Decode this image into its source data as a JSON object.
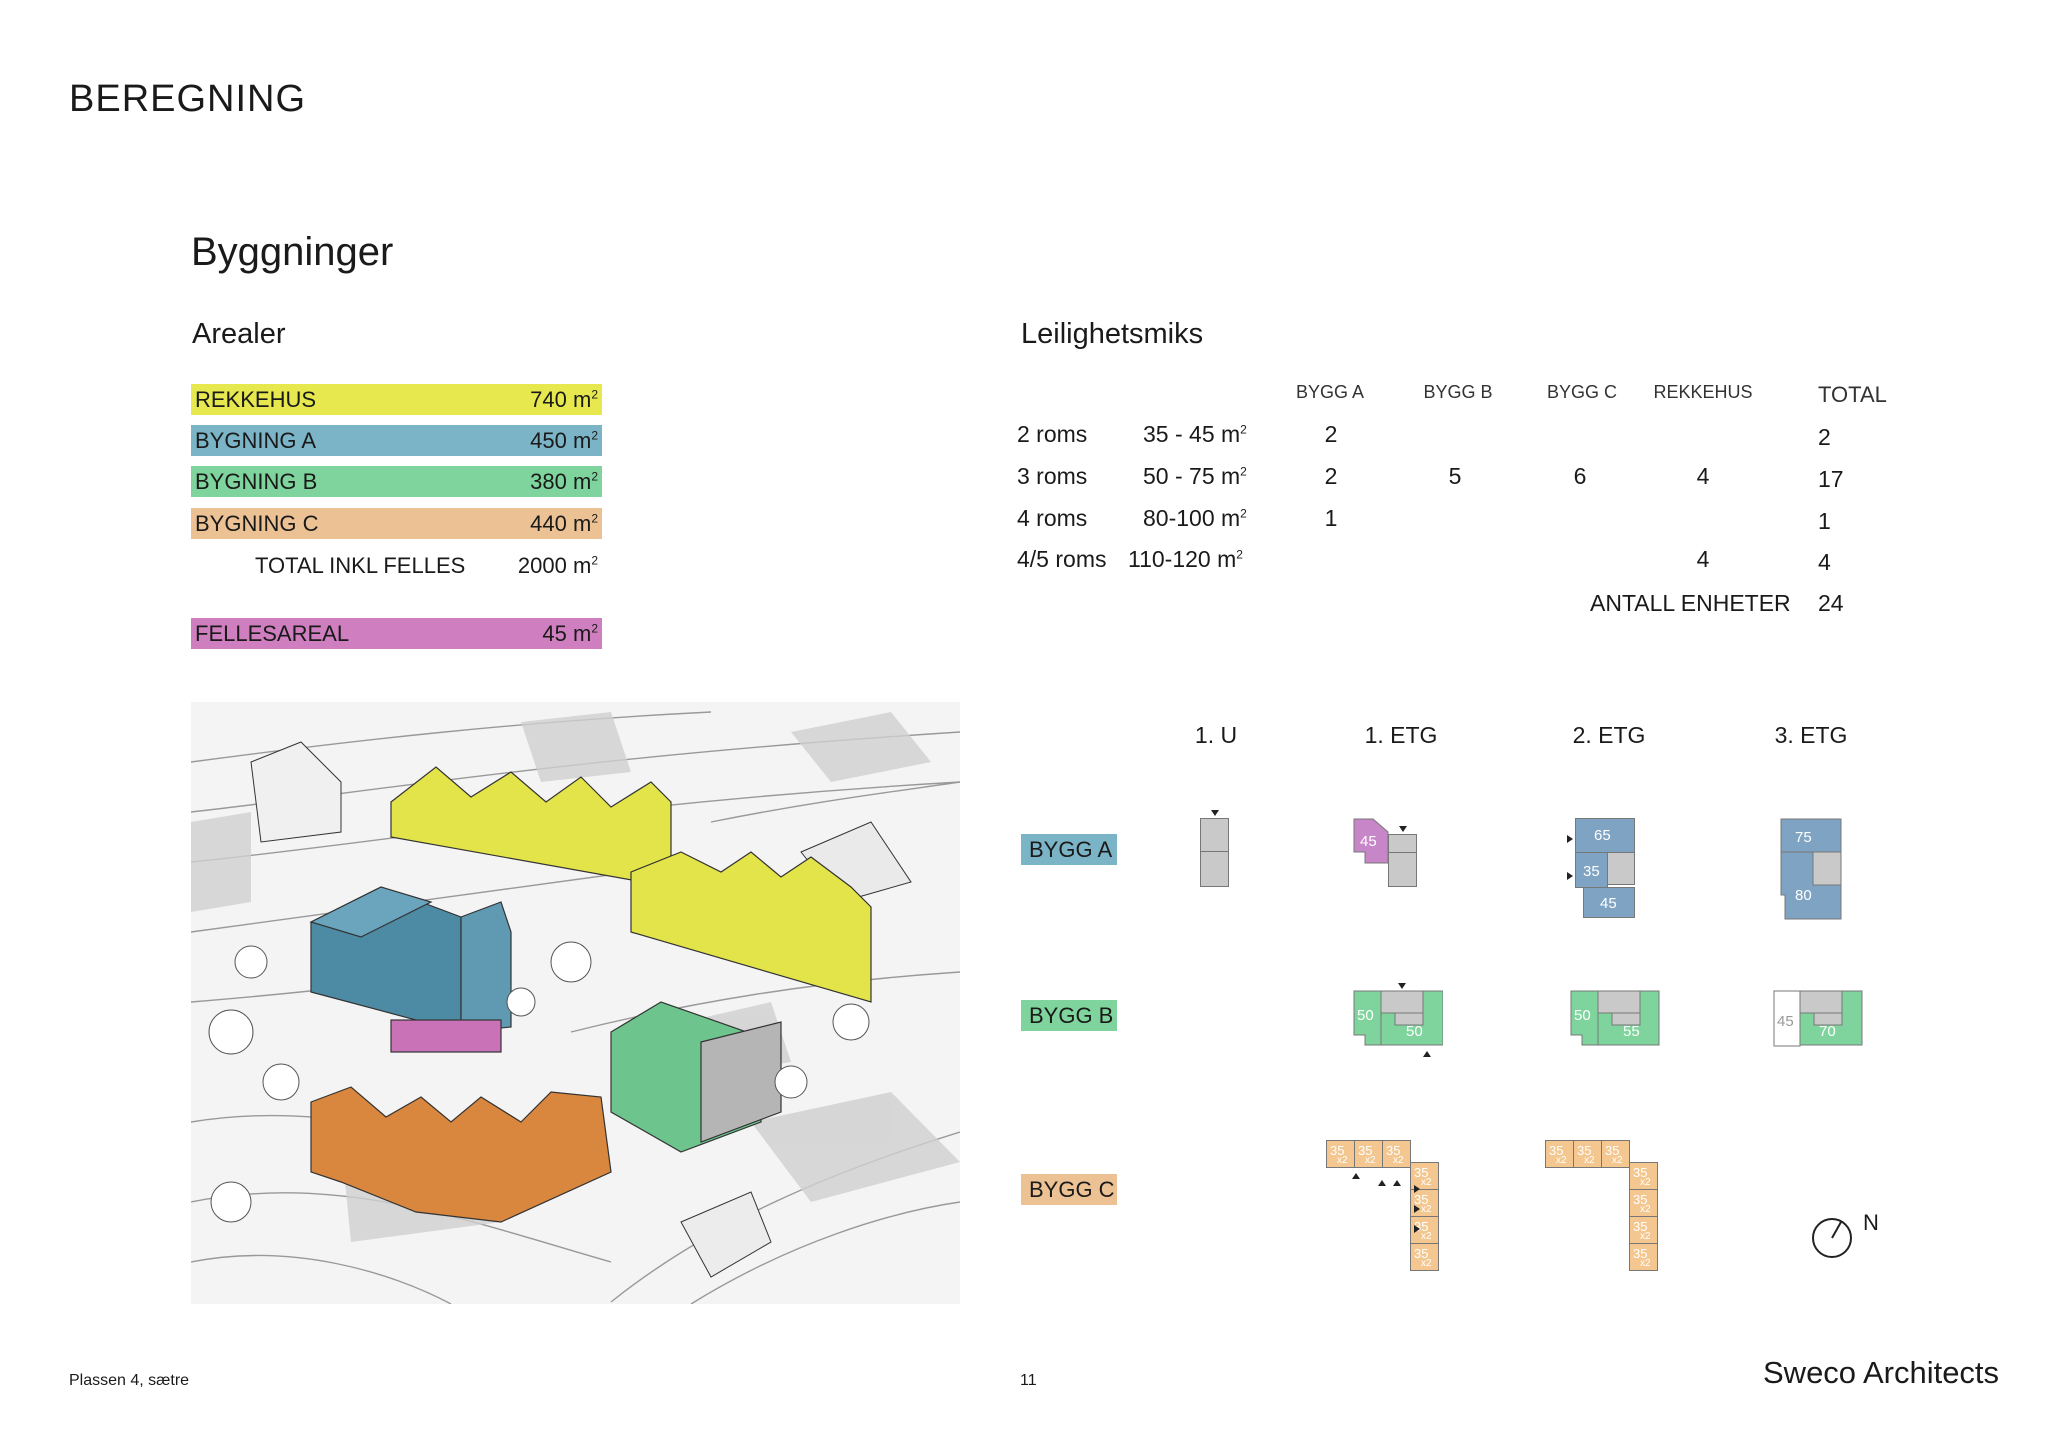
{
  "header": "BEREGNING",
  "section_title": "Byggninger",
  "areas": {
    "title": "Arealer",
    "rows": [
      {
        "label": "REKKEHUS",
        "value": "740 m",
        "color": "#e6e84e"
      },
      {
        "label": "BYGNING A",
        "value": "450 m",
        "color": "#7bb4c7"
      },
      {
        "label": "BYGNING B",
        "value": "380 m",
        "color": "#7ed49c"
      },
      {
        "label": "BYGNING C",
        "value": "440 m",
        "color": "#ecc295"
      }
    ],
    "total_label": "TOTAL INKL FELLES",
    "total_value": "2000 m",
    "felles": {
      "label": "FELLESAREAL",
      "value": "45 m",
      "color": "#cf7fbf"
    },
    "unit_sup": "2"
  },
  "mix": {
    "title": "Leilighetsmiks",
    "columns": [
      "BYGG A",
      "BYGG B",
      "BYGG C",
      "REKKEHUS",
      "TOTAL"
    ],
    "rows": [
      {
        "rooms": "2 roms",
        "size": "35 - 45 m",
        "a": "2",
        "b": "",
        "c": "",
        "r": "",
        "total": "2"
      },
      {
        "rooms": "3 roms",
        "size": "50 - 75 m",
        "a": "2",
        "b": "5",
        "c": "6",
        "r": "4",
        "total": "17"
      },
      {
        "rooms": "4 roms",
        "size": "80-100 m",
        "a": "1",
        "b": "",
        "c": "",
        "r": "",
        "total": "1"
      },
      {
        "rooms": "4/5 roms",
        "size": "110-120 m",
        "a": "",
        "b": "",
        "c": "",
        "r": "4",
        "total": "4"
      }
    ],
    "units_label": "ANTALL ENHETER",
    "units_total": "24"
  },
  "floors": {
    "headers": [
      "1. U",
      "1. ETG",
      "2. ETG",
      "3. ETG"
    ],
    "buildings": [
      {
        "label": "BYGG A",
        "color": "#7bb4c7"
      },
      {
        "label": "BYGG B",
        "color": "#7ed49c"
      },
      {
        "label": "BYGG C",
        "color": "#ecc295"
      }
    ],
    "unit_numbers": {
      "a1": "45",
      "a2_top": "65",
      "a2_mid": "35",
      "a2_bot": "45",
      "a3_top": "75",
      "a3_bot": "80",
      "b1_left": "50",
      "b1_right": "50",
      "b2_left": "50",
      "b2_right": "55",
      "b3_left": "45",
      "b3_right": "70",
      "c_tile": "35",
      "c_mult": "x2"
    },
    "north": "N"
  },
  "colors": {
    "yellow": "#e6e84e",
    "blue": "#7bb4c7",
    "green": "#7ed49c",
    "orange": "#ecc295",
    "pink": "#cf7fbf",
    "grey_unit": "#c9c9c9",
    "bygg_a_unit": "#7fa3c2",
    "bygg_c_unit": "#f4c790"
  },
  "footer": {
    "left": "Plassen 4, sætre",
    "page": "11",
    "brand": "Sweco Architects"
  }
}
